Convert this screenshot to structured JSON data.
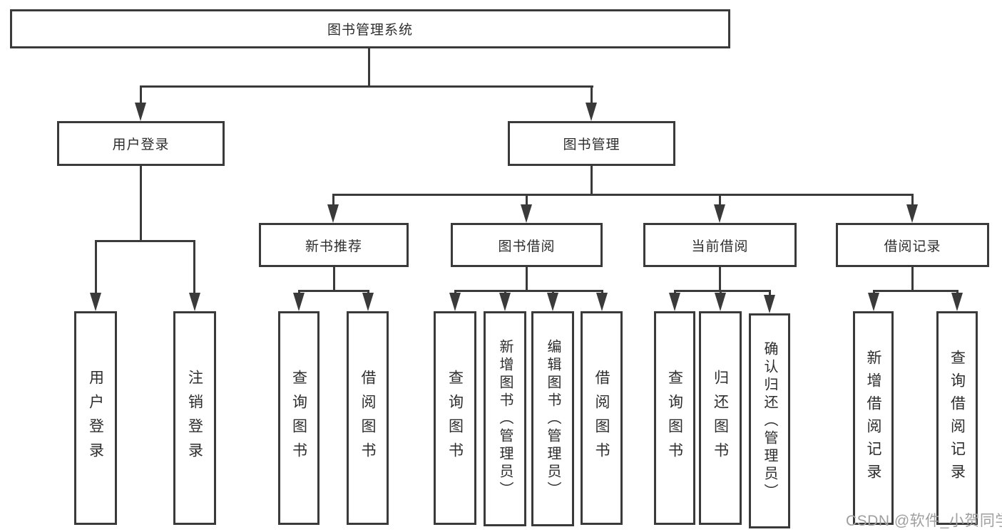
{
  "diagram": {
    "root": {
      "label": "图书管理系统"
    },
    "level2": [
      {
        "label": "用户登录"
      },
      {
        "label": "图书管理"
      }
    ],
    "level3": [
      {
        "label": "新书推荐"
      },
      {
        "label": "图书借阅"
      },
      {
        "label": "当前借阅"
      },
      {
        "label": "借阅记录"
      }
    ],
    "leaves": [
      {
        "label": "用户登录",
        "parent": "用户登录"
      },
      {
        "label": "注销登录",
        "parent": "用户登录"
      },
      {
        "label": "查询图书",
        "parent": "新书推荐"
      },
      {
        "label": "借阅图书",
        "parent": "新书推荐"
      },
      {
        "label": "查询图书",
        "parent": "图书借阅"
      },
      {
        "label": "新增图书（管理员）",
        "parent": "图书借阅"
      },
      {
        "label": "编辑图书（管理员）",
        "parent": "图书借阅"
      },
      {
        "label": "借阅图书",
        "parent": "图书借阅"
      },
      {
        "label": "查询图书",
        "parent": "当前借阅"
      },
      {
        "label": "归还图书",
        "parent": "当前借阅"
      },
      {
        "label": "确认归还（管理员）",
        "parent": "当前借阅"
      },
      {
        "label": "新增借阅记录",
        "parent": "借阅记录"
      },
      {
        "label": "查询借阅记录",
        "parent": "借阅记录"
      }
    ],
    "colors": {
      "line": "#3a3a3a",
      "text": "#2d2d2d",
      "background": "#ffffff",
      "watermark_text": "#9f9f9f"
    }
  },
  "watermark": {
    "text": "CSDN @软件_小贺同学"
  }
}
